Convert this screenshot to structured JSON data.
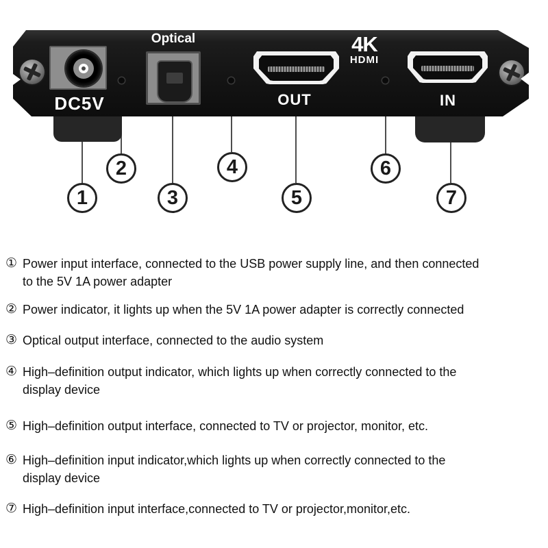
{
  "device": {
    "dc_label": "DC5V",
    "optical_label": "Optical",
    "out_label": "OUT",
    "in_label": "IN",
    "logo_4k": "4K",
    "logo_hdmi": "HDMI"
  },
  "callouts": [
    {
      "number": "1"
    },
    {
      "number": "2"
    },
    {
      "number": "3"
    },
    {
      "number": "4"
    },
    {
      "number": "5"
    },
    {
      "number": "6"
    },
    {
      "number": "7"
    }
  ],
  "legend": {
    "items": [
      {
        "marker": "①",
        "line1": "Power input interface, connected to the USB power supply line, and then connected",
        "line2": "to the 5V 1A power adapter"
      },
      {
        "marker": "②",
        "line1": "Power indicator, it lights up when the 5V 1A power adapter is correctly connected",
        "line2": ""
      },
      {
        "marker": "③",
        "line1": "Optical output interface, connected to the audio system",
        "line2": ""
      },
      {
        "marker": "④",
        "line1": "High–definition output indicator, which lights up when correctly connected to the",
        "line2": "display device"
      },
      {
        "marker": "⑤",
        "line1": "High–definition output interface, connected to TV or projector, monitor, etc.",
        "line2": ""
      },
      {
        "marker": "⑥",
        "line1": "High–definition input indicator,which lights up when correctly connected to the",
        "line2": "display device"
      },
      {
        "marker": "⑦",
        "line1": "High–definition input interface,connected to TV or projector,monitor,etc.",
        "line2": ""
      }
    ]
  },
  "colors": {
    "panel_black": "#141414",
    "port_gray": "#8c8c8c",
    "label_white": "#ffffff",
    "line_gray": "#4d4d4d",
    "text_black": "#111111",
    "background": "#ffffff"
  }
}
